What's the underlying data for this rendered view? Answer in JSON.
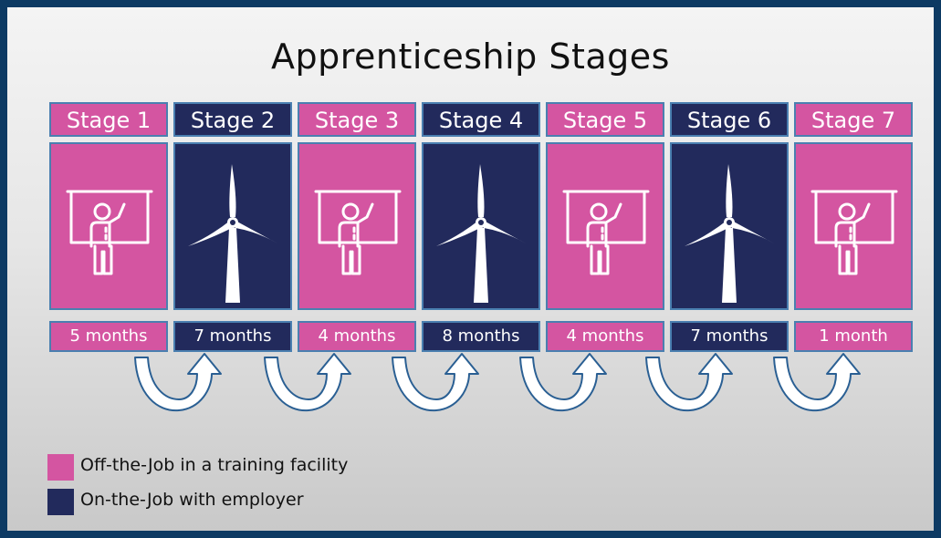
{
  "title": "Apprenticeship Stages",
  "stages": [
    {
      "label": "Stage 1",
      "duration": "5 months",
      "type": "off",
      "icon": "classroom-icon"
    },
    {
      "label": "Stage 2",
      "duration": "7 months",
      "type": "on",
      "icon": "wind-turbine-icon"
    },
    {
      "label": "Stage 3",
      "duration": "4 months",
      "type": "off",
      "icon": "classroom-icon"
    },
    {
      "label": "Stage 4",
      "duration": "8 months",
      "type": "on",
      "icon": "wind-turbine-icon"
    },
    {
      "label": "Stage 5",
      "duration": "4 months",
      "type": "off",
      "icon": "classroom-icon"
    },
    {
      "label": "Stage 6",
      "duration": "7 months",
      "type": "on",
      "icon": "wind-turbine-icon"
    },
    {
      "label": "Stage 7",
      "duration": "1 month",
      "type": "off",
      "icon": "classroom-icon"
    }
  ],
  "legend": [
    {
      "label": "Off-the-Job in a training facility",
      "color": "#d455a1"
    },
    {
      "label": "On-the-Job with employer",
      "color": "#222a5c"
    }
  ],
  "colors": {
    "off": "#d455a1",
    "on": "#222a5c",
    "border": "#4a7fb0",
    "background": "#0d3a63"
  }
}
